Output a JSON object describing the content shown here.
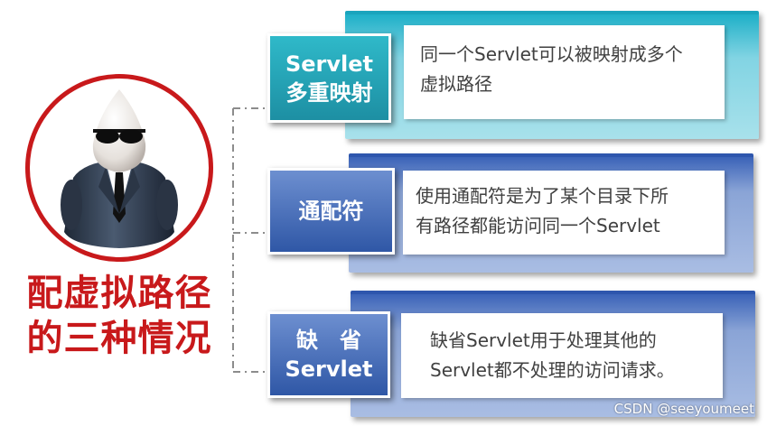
{
  "title": "配虚拟路径\n的三种情况",
  "cards": [
    {
      "label": "Servlet\n多重映射",
      "description": "同一个Servlet可以被映射成多个\n虚拟路径",
      "theme": "teal"
    },
    {
      "label": "通配符",
      "description": "使用通配符是为了某个目录下所\n有路径都能访问同一个Servlet",
      "theme": "blue"
    },
    {
      "label": "缺　省\nServlet",
      "description": "缺省Servlet用于处理其他的\nServlet都不处理的访问请求。",
      "theme": "blue"
    }
  ],
  "watermark": "CSDN @seeyoumeet",
  "colors": {
    "accent_red": "#c8191b",
    "teal": "#1d8fa3",
    "blue": "#2f57a6"
  },
  "icons": {
    "figure": "sunglasses-character-icon"
  }
}
